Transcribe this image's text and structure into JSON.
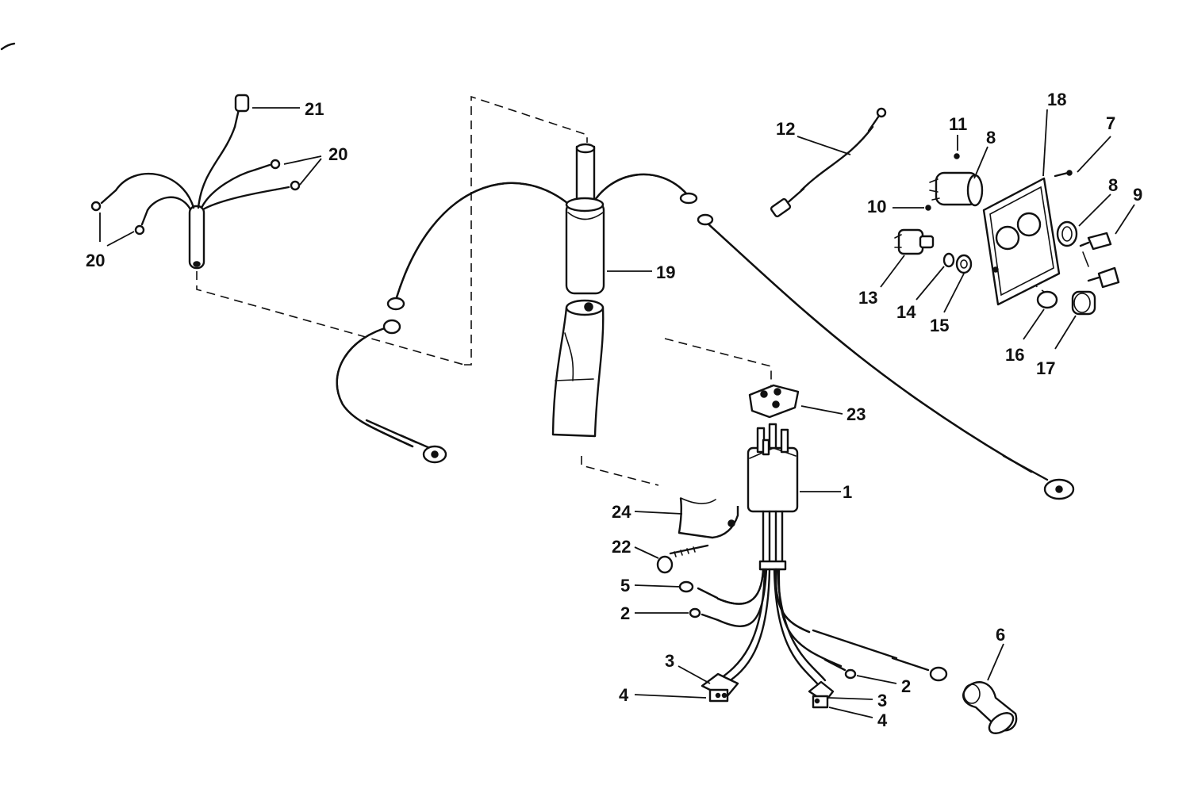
{
  "diagram": {
    "callouts": [
      {
        "text": "21"
      },
      {
        "text": "20"
      },
      {
        "text": "20"
      },
      {
        "text": "19"
      },
      {
        "text": "12"
      },
      {
        "text": "11"
      },
      {
        "text": "8"
      },
      {
        "text": "18"
      },
      {
        "text": "7"
      },
      {
        "text": "10"
      },
      {
        "text": "8"
      },
      {
        "text": "9"
      },
      {
        "text": "13"
      },
      {
        "text": "14"
      },
      {
        "text": "15"
      },
      {
        "text": "16"
      },
      {
        "text": "17"
      },
      {
        "text": "23"
      },
      {
        "text": "1"
      },
      {
        "text": "24"
      },
      {
        "text": "22"
      },
      {
        "text": "5"
      },
      {
        "text": "2"
      },
      {
        "text": "2"
      },
      {
        "text": "3"
      },
      {
        "text": "4"
      },
      {
        "text": "3"
      },
      {
        "text": "4"
      },
      {
        "text": "6"
      }
    ]
  }
}
